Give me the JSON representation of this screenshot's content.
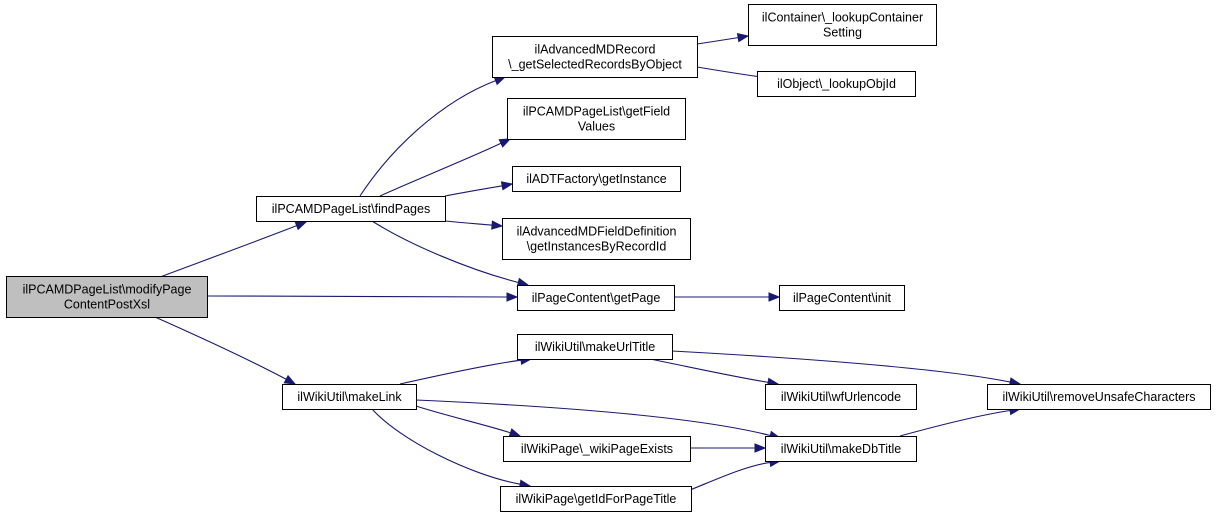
{
  "nodes": [
    {
      "id": "root",
      "lines": [
        "ilPCAMDPageList\\modifyPage",
        "ContentPostXsl"
      ],
      "root": true
    },
    {
      "id": "findPages",
      "lines": [
        "ilPCAMDPageList\\findPages"
      ]
    },
    {
      "id": "makeLink",
      "lines": [
        "ilWikiUtil\\makeLink"
      ]
    },
    {
      "id": "getPage",
      "lines": [
        "ilPageContent\\getPage"
      ]
    },
    {
      "id": "getSelected",
      "lines": [
        "ilAdvancedMDRecord",
        "\\_getSelectedRecordsByObject"
      ]
    },
    {
      "id": "getFieldValues",
      "lines": [
        "ilPCAMDPageList\\getField",
        "Values"
      ]
    },
    {
      "id": "adtGetInstance",
      "lines": [
        "ilADTFactory\\getInstance"
      ]
    },
    {
      "id": "getInstancesByRecordId",
      "lines": [
        "ilAdvancedMDFieldDefinition",
        "\\getInstancesByRecordId"
      ]
    },
    {
      "id": "lookupContainer",
      "lines": [
        "ilContainer\\_lookupContainer",
        "Setting"
      ]
    },
    {
      "id": "lookupObjId",
      "lines": [
        "ilObject\\_lookupObjId"
      ]
    },
    {
      "id": "pcInit",
      "lines": [
        "ilPageContent\\init"
      ]
    },
    {
      "id": "makeUrlTitle",
      "lines": [
        "ilWikiUtil\\makeUrlTitle"
      ]
    },
    {
      "id": "wikiPageExists",
      "lines": [
        "ilWikiPage\\_wikiPageExists"
      ]
    },
    {
      "id": "getIdForPageTitle",
      "lines": [
        "ilWikiPage\\getIdForPageTitle"
      ]
    },
    {
      "id": "wfUrlencode",
      "lines": [
        "ilWikiUtil\\wfUrlencode"
      ]
    },
    {
      "id": "makeDbTitle",
      "lines": [
        "ilWikiUtil\\makeDbTitle"
      ]
    },
    {
      "id": "removeUnsafe",
      "lines": [
        "ilWikiUtil\\removeUnsafeCharacters"
      ]
    }
  ],
  "edges": [
    {
      "from": "root",
      "to": "findPages"
    },
    {
      "from": "root",
      "to": "getPage"
    },
    {
      "from": "root",
      "to": "makeLink"
    },
    {
      "from": "findPages",
      "to": "getSelected"
    },
    {
      "from": "findPages",
      "to": "getFieldValues"
    },
    {
      "from": "findPages",
      "to": "adtGetInstance"
    },
    {
      "from": "findPages",
      "to": "getInstancesByRecordId"
    },
    {
      "from": "findPages",
      "to": "getPage"
    },
    {
      "from": "getSelected",
      "to": "lookupContainer"
    },
    {
      "from": "getSelected",
      "to": "lookupObjId"
    },
    {
      "from": "getPage",
      "to": "pcInit"
    },
    {
      "from": "makeLink",
      "to": "makeUrlTitle"
    },
    {
      "from": "makeLink",
      "to": "makeDbTitle"
    },
    {
      "from": "makeLink",
      "to": "wikiPageExists"
    },
    {
      "from": "makeLink",
      "to": "getIdForPageTitle"
    },
    {
      "from": "makeUrlTitle",
      "to": "wfUrlencode"
    },
    {
      "from": "makeUrlTitle",
      "to": "removeUnsafe"
    },
    {
      "from": "wikiPageExists",
      "to": "makeDbTitle"
    },
    {
      "from": "getIdForPageTitle",
      "to": "makeDbTitle"
    },
    {
      "from": "makeDbTitle",
      "to": "removeUnsafe"
    }
  ],
  "colors": {
    "edge": "#191970",
    "root_fill": "#bfbfbf",
    "node_fill": "#ffffff",
    "border": "#000000"
  }
}
